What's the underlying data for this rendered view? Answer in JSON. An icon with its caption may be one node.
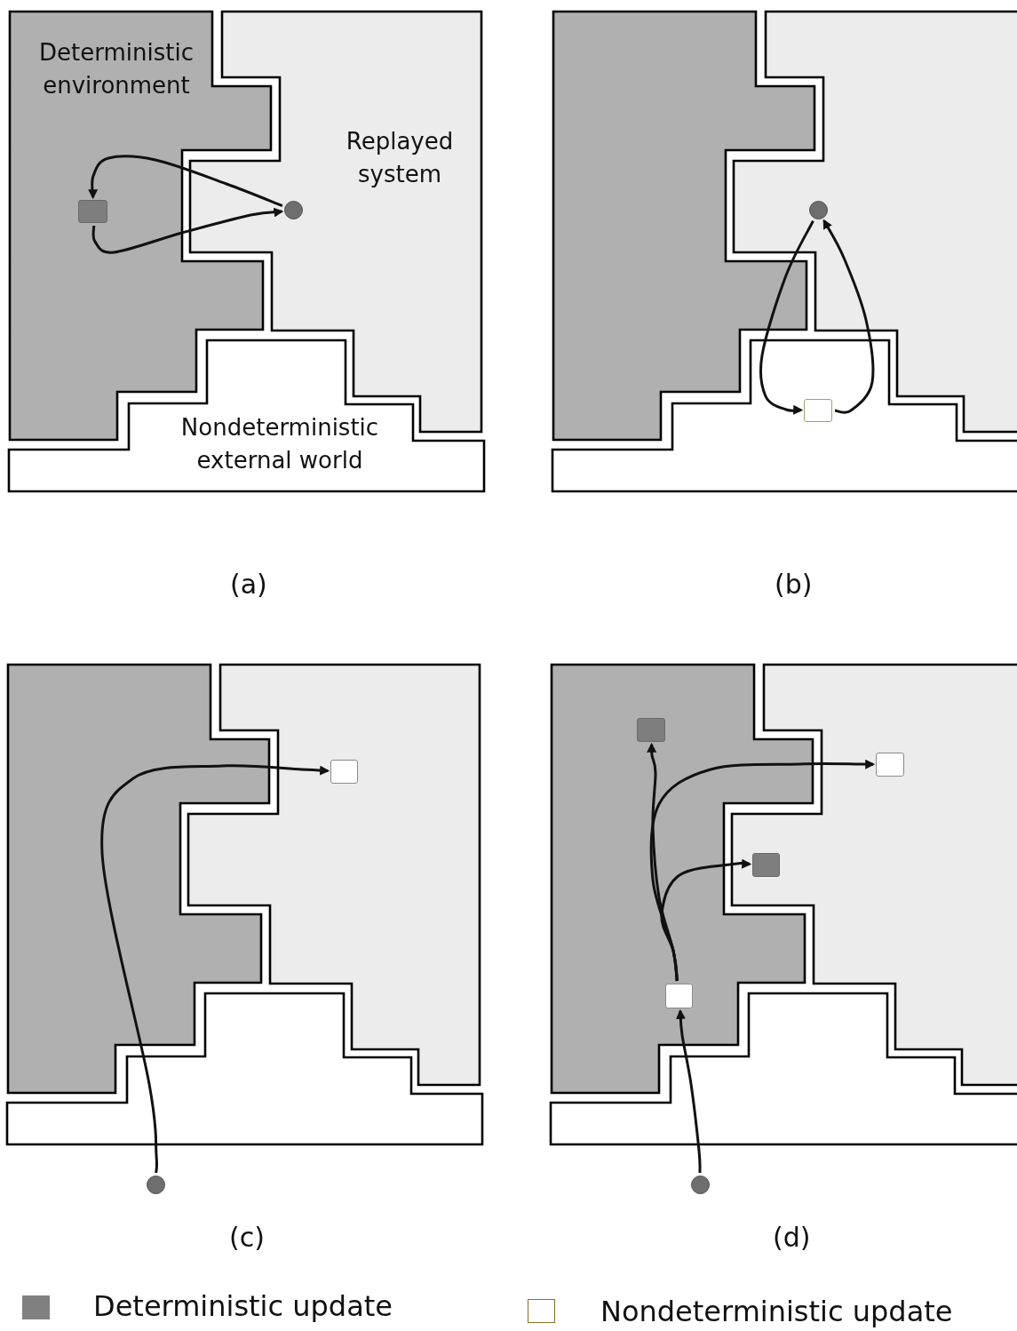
{
  "diagram": {
    "nodes": [
      {
        "text": [
          "Deterministic environment"
        ]
      },
      {
        "text": [
          "Replayed system"
        ]
      },
      {
        "text": [
          "Nondeterministic external world"
        ]
      },
      {
        "text": [],
        "shape": "box",
        "in": 0
      },
      {
        "text": [],
        "shape": "circle",
        "in": 1
      },
      {
        "text": [],
        "shape": "circle"
      },
      {
        "text": [],
        "shape": "box"
      },
      {
        "text": [],
        "shape": "box"
      },
      {
        "text": [],
        "shape": "circle"
      },
      {
        "text": [],
        "shape": "box"
      },
      {
        "text": [],
        "shape": "box"
      },
      {
        "text": [],
        "shape": "box"
      },
      {
        "text": [],
        "shape": "box"
      },
      {
        "text": [],
        "shape": "circle"
      }
    ],
    "edges": [
      {
        "from": 4,
        "to": 3,
        "arrow": "to"
      },
      {
        "from": 3,
        "to": 4,
        "arrow": "to"
      },
      {
        "from": 5,
        "to": 6,
        "arrow": "to"
      },
      {
        "from": 6,
        "to": 5,
        "arrow": "to"
      },
      {
        "from": 8,
        "to": 7,
        "arrow": "to"
      },
      {
        "from": 13,
        "to": 12,
        "arrow": "to"
      },
      {
        "from": 12,
        "to": 9,
        "arrow": "to"
      },
      {
        "from": 12,
        "to": 11,
        "arrow": "to"
      },
      {
        "from": 12,
        "to": 10,
        "arrow": "to"
      }
    ],
    "labels": [
      "(a)",
      "(b)",
      "(c)",
      "(d)"
    ],
    "legend": [
      {
        "text": "Deterministic update",
        "color": "#808080"
      },
      {
        "text": "Nondeterministic update",
        "color": "#ffffff"
      }
    ]
  }
}
